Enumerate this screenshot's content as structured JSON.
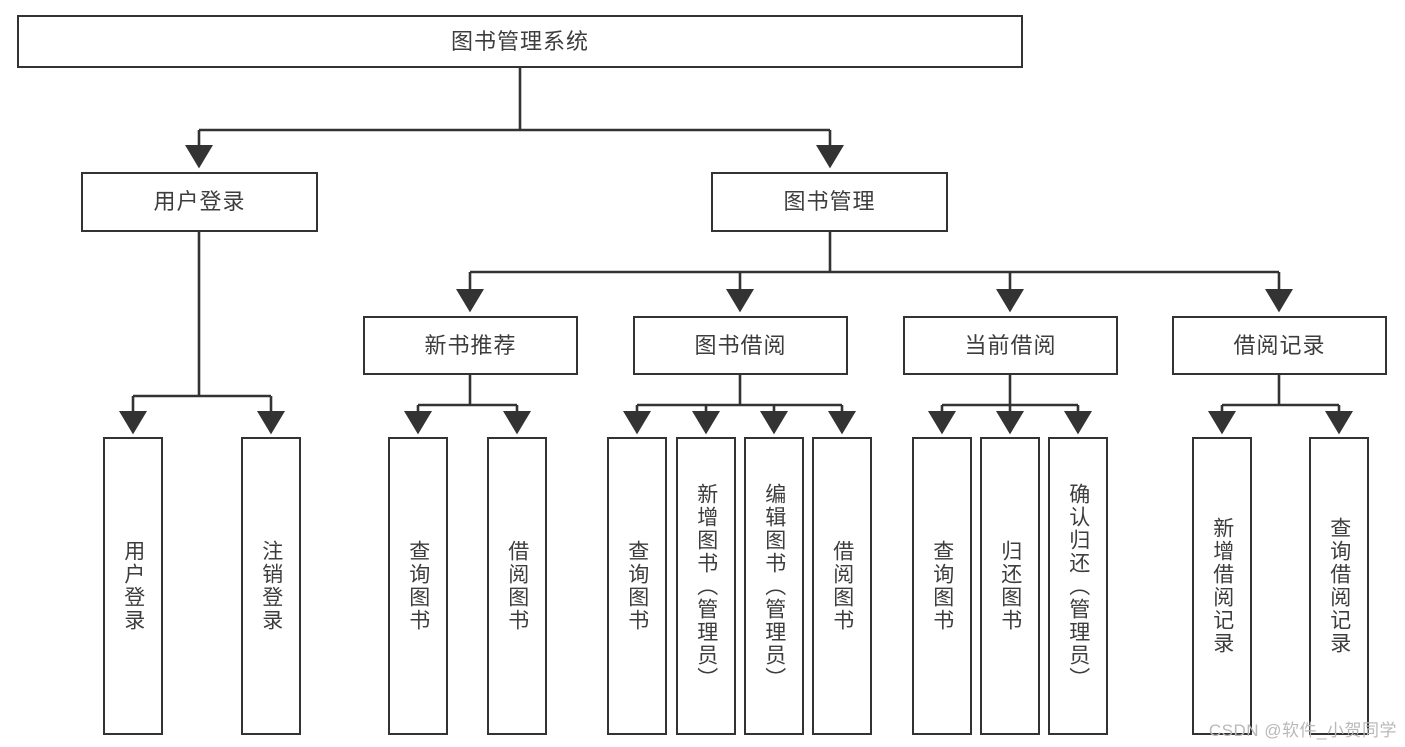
{
  "diagram": {
    "title": "图书管理系统",
    "root": {
      "label": "图书管理系统"
    },
    "level1": [
      {
        "label": "用户登录"
      },
      {
        "label": "图书管理"
      }
    ],
    "level2": [
      {
        "label": "新书推荐"
      },
      {
        "label": "图书借阅"
      },
      {
        "label": "当前借阅"
      },
      {
        "label": "借阅记录"
      }
    ],
    "leaves": {
      "user_login": [
        {
          "label": "用户登录"
        },
        {
          "label": "注销登录"
        }
      ],
      "new_book_recommend": [
        {
          "label": "查询图书"
        },
        {
          "label": "借阅图书"
        }
      ],
      "book_borrow": [
        {
          "label": "查询图书"
        },
        {
          "label": "新增图书（管理员）"
        },
        {
          "label": "编辑图书（管理员）"
        },
        {
          "label": "借阅图书"
        }
      ],
      "current_borrow": [
        {
          "label": "查询图书"
        },
        {
          "label": "归还图书"
        },
        {
          "label": "确认归还（管理员）"
        }
      ],
      "borrow_record": [
        {
          "label": "新增借阅记录"
        },
        {
          "label": "查询借阅记录"
        }
      ]
    }
  },
  "watermark": {
    "text": "CSDN @软件_小贺同学"
  },
  "colors": {
    "border": "#333333",
    "text": "#3d3d3d",
    "background": "#ffffff",
    "watermark": "#b9b9b9"
  }
}
